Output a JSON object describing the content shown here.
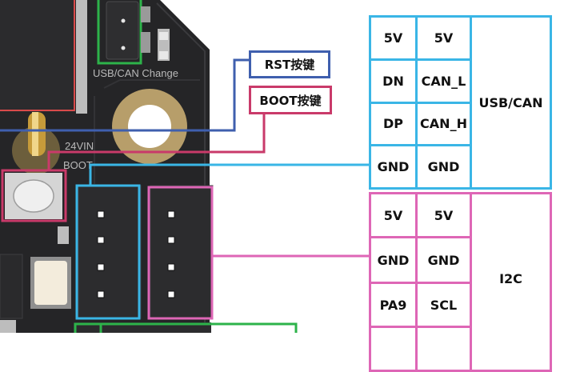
{
  "colors": {
    "board": "#252527",
    "rst_line": "#3f5fae",
    "boot_line": "#c93a6a",
    "usb_line": "#3ab6e6",
    "i2c_line": "#de66b6",
    "green_line": "#2db34a",
    "red_outline": "#d94a4a"
  },
  "board": {
    "silkscreen_usb_can_change": "USB/CAN Change",
    "silkscreen_24vin": "24VIN",
    "silkscreen_boot": "BOOT"
  },
  "callouts": {
    "rst": "RST按键",
    "boot": "BOOT按键"
  },
  "usb_can_table": {
    "group_label": "USB/CAN",
    "rows": [
      [
        "5V",
        "5V"
      ],
      [
        "DN",
        "CAN_L"
      ],
      [
        "DP",
        "CAN_H"
      ],
      [
        "GND",
        "GND"
      ]
    ]
  },
  "i2c_table": {
    "group_label": "I2C",
    "rows": [
      [
        "5V",
        "5V"
      ],
      [
        "GND",
        "GND"
      ],
      [
        "PA9",
        "SCL"
      ],
      [
        "",
        ""
      ]
    ]
  }
}
